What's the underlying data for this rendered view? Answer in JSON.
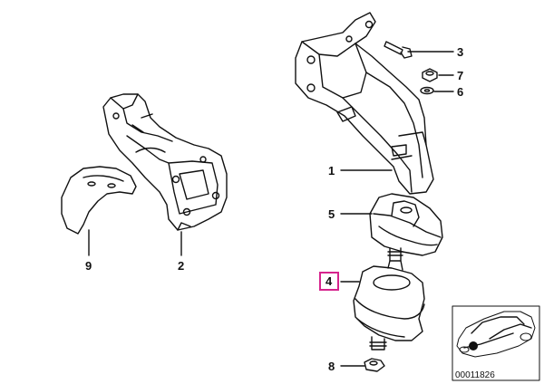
{
  "callouts": {
    "p1": "1",
    "p2": "2",
    "p3": "3",
    "p4": "4",
    "p5": "5",
    "p6": "6",
    "p7": "7",
    "p8": "8",
    "p9": "9"
  },
  "highlighted_part": "4",
  "highlight_color": "#d6248d",
  "thumbnail": {
    "code": "00011826"
  }
}
